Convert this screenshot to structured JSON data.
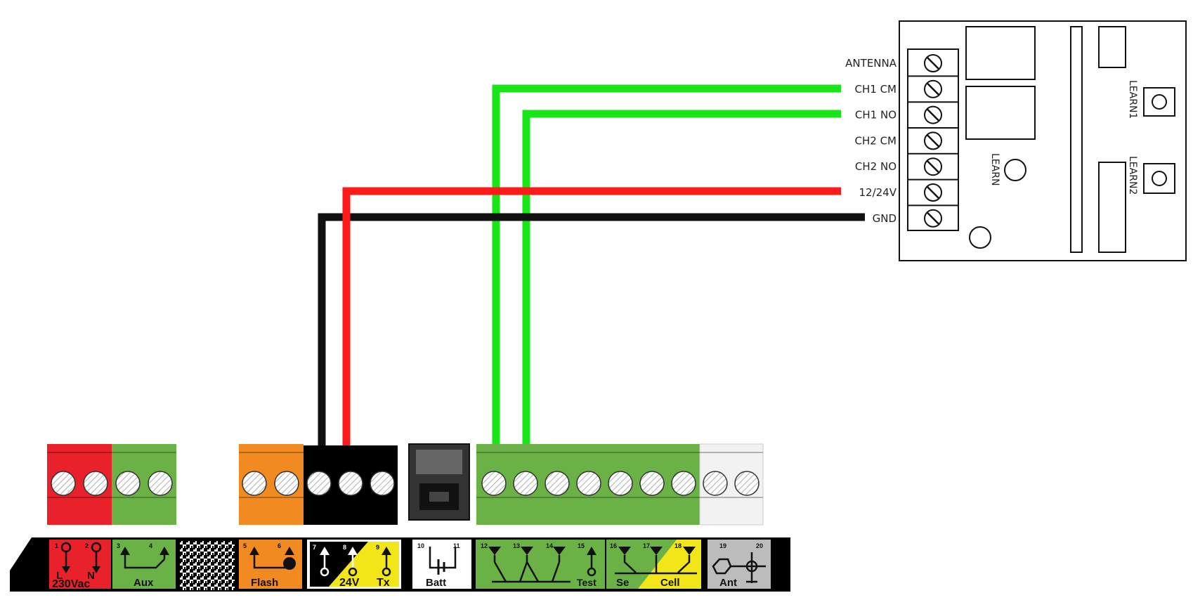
{
  "receiver": {
    "terminals": [
      "ANTENNA",
      "CH1 CM",
      "CH1 NO",
      "CH2 CM",
      "CH2 NO",
      "12/24V",
      "GND"
    ],
    "learn_button": "LEARN",
    "learn1_button": "LEARN1",
    "learn2_button": "LEARN2"
  },
  "wire_colors": {
    "ch1_cm": "#19e619",
    "ch1_no": "#19e619",
    "supply": "#ff1a1a",
    "gnd": "#111111"
  },
  "legend": {
    "power": {
      "label": "230Vac",
      "t1": "1",
      "t2": "2",
      "l": "L",
      "n": "N",
      "color": "#e8212b"
    },
    "aux": {
      "label": "Aux",
      "t1": "3",
      "t2": "4",
      "color": "#6ab245"
    },
    "flash": {
      "label": "Flash",
      "t1": "5",
      "t2": "6",
      "color": "#f28a22"
    },
    "supply": {
      "label1": "24V",
      "label2": "Tx",
      "t1": "7",
      "t2": "8",
      "t3": "9",
      "color": "#000000",
      "accent": "#f2e619"
    },
    "batt": {
      "label": "Batt",
      "t1": "10",
      "t2": "11",
      "color": "#ffffff"
    },
    "inputs": {
      "t1": "12",
      "t2": "13",
      "t3": "14",
      "color": "#6ab245"
    },
    "test": {
      "label": "Test",
      "t1": "15",
      "color": "#6ab245"
    },
    "cell": {
      "label1": "Se",
      "label2": "Cell",
      "t1": "16",
      "t2": "17",
      "t3": "18",
      "color": "#6ab245",
      "accent": "#f2e619"
    },
    "ant": {
      "label": "Ant",
      "t1": "19",
      "t2": "20",
      "color": "#bcbcbc"
    }
  }
}
